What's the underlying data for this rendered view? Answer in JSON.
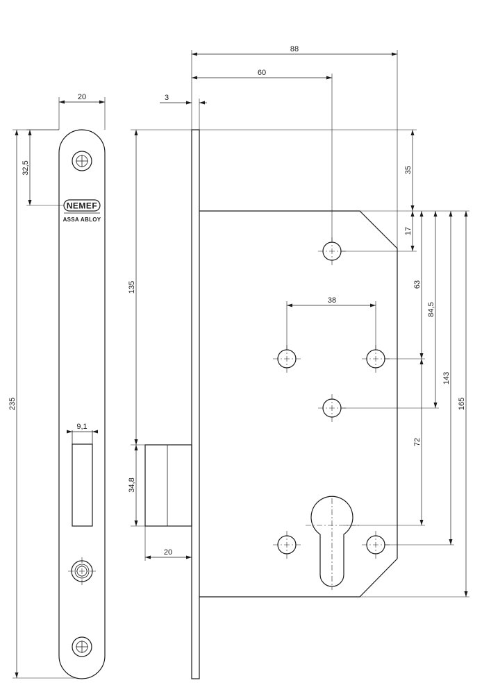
{
  "drawing": {
    "brand": "NEMEF",
    "sub_brand": "ASSA ABLOY",
    "front_plate": {
      "width": "20",
      "top_screw_offset": "32,5",
      "total_height": "235",
      "latch_width": "9,1"
    },
    "lock_body": {
      "overall_depth": "88",
      "backset": "60",
      "plate_thickness": "3",
      "case_top_offset": "35",
      "follower_offset": "17",
      "upper_holes_spacing": "38",
      "follower_to_upper_holes": "63",
      "follower_to_middle_hole": "84,5",
      "follower_to_lower_holes": "143",
      "case_height": "165",
      "hole_to_cylinder": "72",
      "plate_top_to_latch": "135",
      "latch_height": "34,8",
      "latch_projection": "20"
    }
  }
}
